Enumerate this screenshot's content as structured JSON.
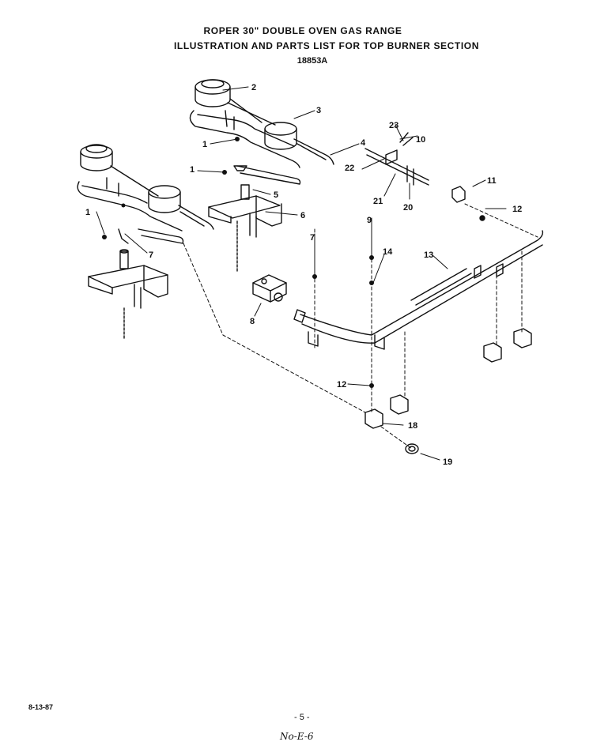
{
  "header": {
    "title_line1": "ROPER 30\" DOUBLE OVEN GAS RANGE",
    "title_line2": "ILLUSTRATION AND PARTS LIST FOR TOP BURNER SECTION",
    "code": "18853A"
  },
  "callouts": [
    "1",
    "1",
    "1",
    "2",
    "3",
    "4",
    "5",
    "6",
    "7",
    "7",
    "8",
    "9",
    "10",
    "11",
    "12",
    "12",
    "13",
    "14",
    "18",
    "19",
    "20",
    "21",
    "22",
    "23"
  ],
  "footer": {
    "date": "8-13-87",
    "page": "- 5 -",
    "handwritten": "No-E-6"
  },
  "icons": [
    "burner-assembly",
    "burner-cap",
    "burner-bracket",
    "orifice-hood",
    "manifold-pipe",
    "valve",
    "shutter-clip",
    "spark-electrode"
  ]
}
